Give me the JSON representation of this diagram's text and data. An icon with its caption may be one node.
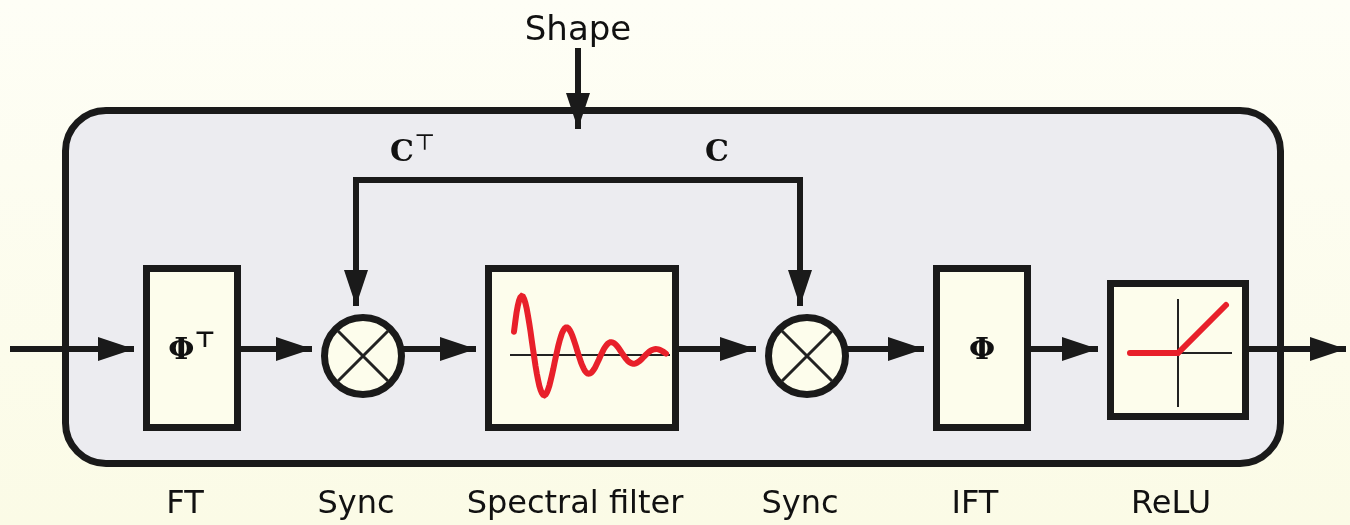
{
  "diagram": {
    "nodes": [
      {
        "text": [
          "Shape"
        ]
      },
      {
        "text": [],
        "shape": "box"
      },
      {
        "text": [
          "Φ$^{⊤}$"
        ],
        "beside": [
          "FT"
        ],
        "in": 1
      },
      {
        "text": [],
        "shape": "circle",
        "beside": [
          "Sync"
        ],
        "in": 1
      },
      {
        "text": [],
        "shape": "picture",
        "beside": [
          "Spectral filter"
        ],
        "in": 1
      },
      {
        "text": [],
        "shape": "circle",
        "beside": [
          "Sync"
        ],
        "in": 1
      },
      {
        "text": [
          "Φ"
        ],
        "beside": [
          "IFT"
        ],
        "in": 1
      },
      {
        "text": [],
        "shape": "picture",
        "beside": [
          "ReLU"
        ],
        "in": 1
      }
    ],
    "edges": [
      {
        "from": null,
        "to": 2,
        "arrow": "to"
      },
      {
        "from": 2,
        "to": 3,
        "arrow": "to"
      },
      {
        "from": 3,
        "to": 4,
        "arrow": "to"
      },
      {
        "from": 4,
        "to": 5,
        "arrow": "to"
      },
      {
        "from": 5,
        "to": 6,
        "arrow": "to"
      },
      {
        "from": 6,
        "to": 7,
        "arrow": "to"
      },
      {
        "from": 7,
        "to": null,
        "arrow": "to"
      },
      {
        "from": 0,
        "to": 1,
        "arrow": "to"
      },
      {
        "from": null,
        "to": 3,
        "arrow": "to",
        "label": "**C**$^{⊤}$"
      },
      {
        "from": null,
        "to": 5,
        "arrow": "to",
        "label": "**C**"
      }
    ]
  }
}
